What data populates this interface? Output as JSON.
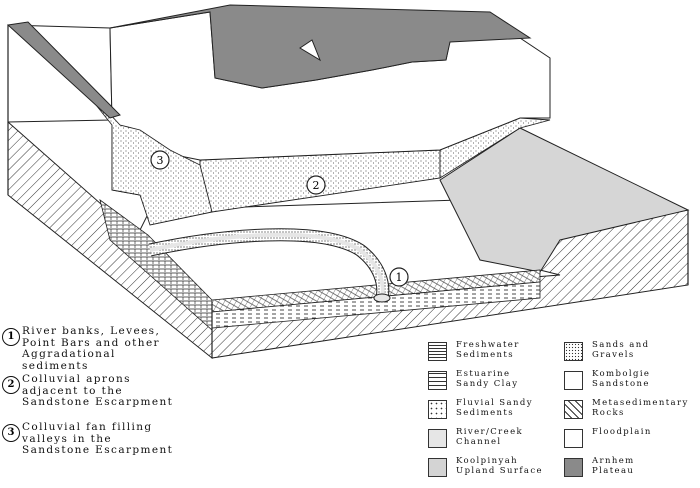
{
  "diagram": {
    "callouts": [
      "1",
      "2",
      "3"
    ]
  },
  "notes": [
    {
      "num": "1",
      "lines": [
        "River banks, Levees,",
        "Point Bars and other",
        "Aggradational",
        "sediments"
      ]
    },
    {
      "num": "2",
      "lines": [
        "Colluvial aprons",
        "adjacent to the",
        "Sandstone Escarpment"
      ]
    },
    {
      "num": "3",
      "lines": [
        "Colluvial fan filling",
        "valleys in the",
        "Sandstone Escarpment"
      ]
    }
  ],
  "legend": [
    {
      "label": [
        "Freshwater",
        "Sediments"
      ],
      "pattern": "dashes"
    },
    {
      "label": [
        "Sands and",
        "Gravels"
      ],
      "pattern": "dots-dense"
    },
    {
      "label": [
        "Estuarine",
        "Sandy Clay"
      ],
      "pattern": "dash-grid"
    },
    {
      "label": [
        "Kombolgie",
        "Sandstone"
      ],
      "pattern": "plain",
      "color": "#ffffff"
    },
    {
      "label": [
        "Fluvial Sandy",
        "Sediments"
      ],
      "pattern": "dots-sparse"
    },
    {
      "label": [
        "Metasedimentary",
        "Rocks"
      ],
      "pattern": "hatch"
    },
    {
      "label": [
        "River/Creek",
        "Channel"
      ],
      "pattern": "solid",
      "color": "#e6e6e6"
    },
    {
      "label": [
        "Floodplain"
      ],
      "pattern": "solid",
      "color": "#ffffff"
    },
    {
      "label": [
        "Koolpinyah",
        "Upland Surface"
      ],
      "pattern": "solid",
      "color": "#d4d4d4"
    },
    {
      "label": [
        "Arnhem",
        "Plateau"
      ],
      "pattern": "solid",
      "color": "#8a8a8a"
    }
  ]
}
